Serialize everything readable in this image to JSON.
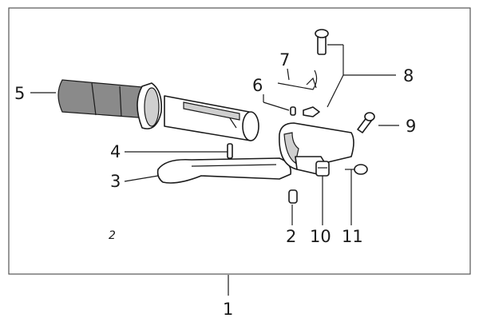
{
  "labels": {
    "l1": "1",
    "l2": "2",
    "l3": "3",
    "l4": "4",
    "l5": "5",
    "l6": "6",
    "l7": "7",
    "l8": "8",
    "l9": "9",
    "l10": "10",
    "l11": "11",
    "note": "2"
  },
  "colors": {
    "line": "#1a1a1a",
    "background": "#ffffff",
    "grip_shade": "#8a8a8a"
  }
}
